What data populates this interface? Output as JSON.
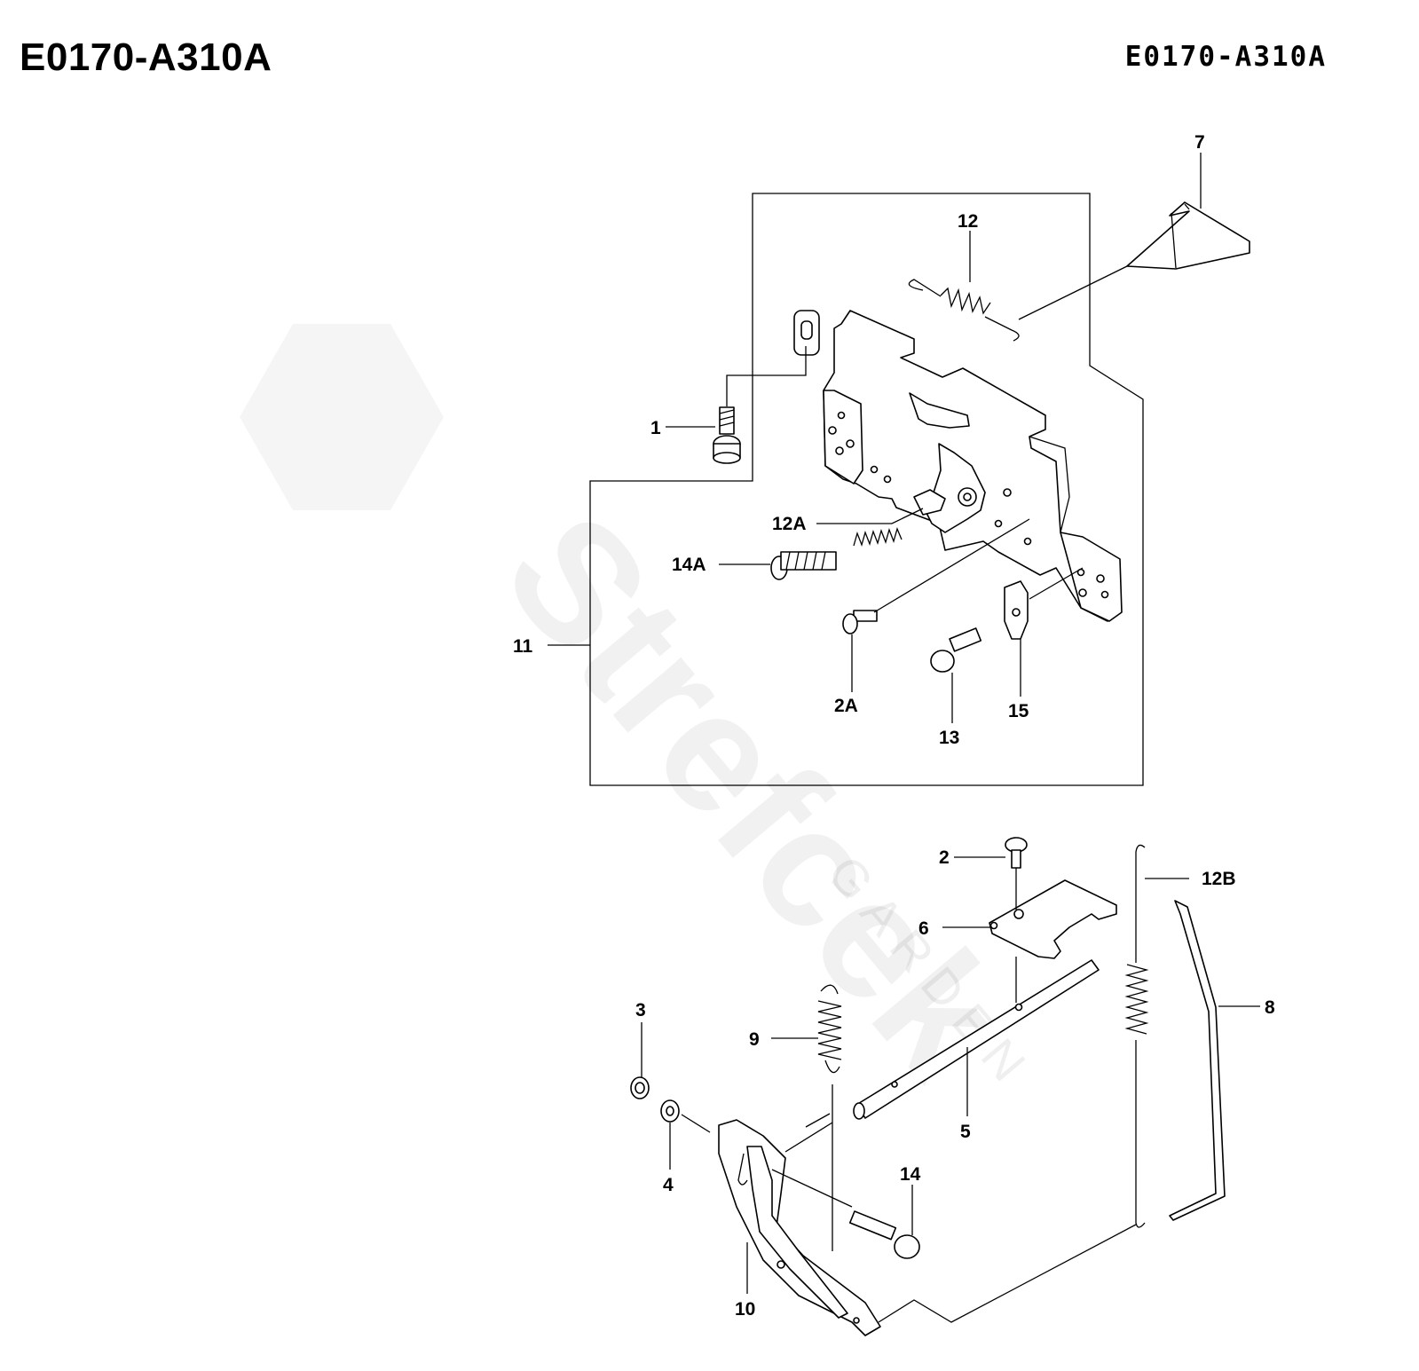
{
  "header": {
    "code_left": "E0170-A310A",
    "code_right": "E0170-A310A"
  },
  "watermark": {
    "brand": "Strefcek",
    "sub": "GARDEN"
  },
  "callouts": {
    "c1": "1",
    "c2": "2",
    "c2A": "2A",
    "c3": "3",
    "c4": "4",
    "c5": "5",
    "c6": "6",
    "c7": "7",
    "c8": "8",
    "c9": "9",
    "c10": "10",
    "c11": "11",
    "c12": "12",
    "c12A": "12A",
    "c12B": "12B",
    "c13": "13",
    "c14": "14",
    "c14A": "14A",
    "c15": "15"
  }
}
